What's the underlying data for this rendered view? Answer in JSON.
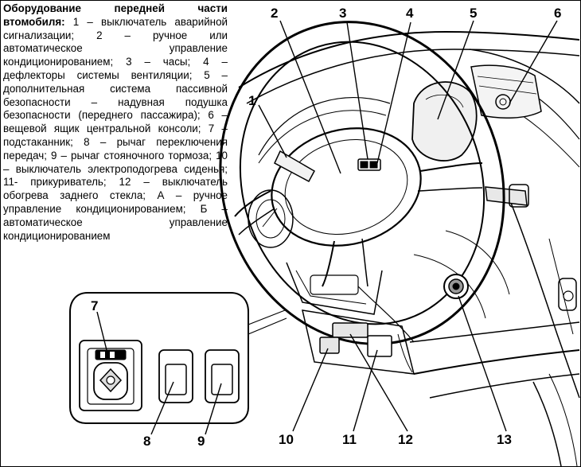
{
  "caption": {
    "title": "Оборудование передней части втомобиля:",
    "body": " 1 – выключатель аварийной сигнализации; 2 – ручное или автоматическое управление кондиционированием; 3 – часы; 4 – дефлекторы системы вентиляции; 5 – дополнительная система пассивной безопасности – надувная подушка безопасности (переднего пассажира); 6 – вещевой ящик центральной консоли; 7 – подстаканник; 8 – рычаг переключения передач; 9 – рычаг стояночного тормоза; 10 – выключатель электроподогрева сиденья; 11- прикуриватель; 12 – выключатель обогрева заднего стекла; А – ручное управление кондиционированием; Б – автоматическое управление кондиционированием"
  },
  "callouts": [
    {
      "id": "callout-1",
      "label": "1"
    },
    {
      "id": "callout-2",
      "label": "2"
    },
    {
      "id": "callout-3",
      "label": "3"
    },
    {
      "id": "callout-4",
      "label": "4"
    },
    {
      "id": "callout-5",
      "label": "5"
    },
    {
      "id": "callout-6",
      "label": "6"
    },
    {
      "id": "callout-7",
      "label": "7"
    },
    {
      "id": "callout-8",
      "label": "8"
    },
    {
      "id": "callout-9",
      "label": "9"
    },
    {
      "id": "callout-10",
      "label": "10"
    },
    {
      "id": "callout-11",
      "label": "11"
    },
    {
      "id": "callout-12",
      "label": "12"
    },
    {
      "id": "callout-13",
      "label": "13"
    }
  ],
  "colors": {
    "ink": "#000000",
    "paper": "#ffffff",
    "shade": "#dcdcdc"
  }
}
